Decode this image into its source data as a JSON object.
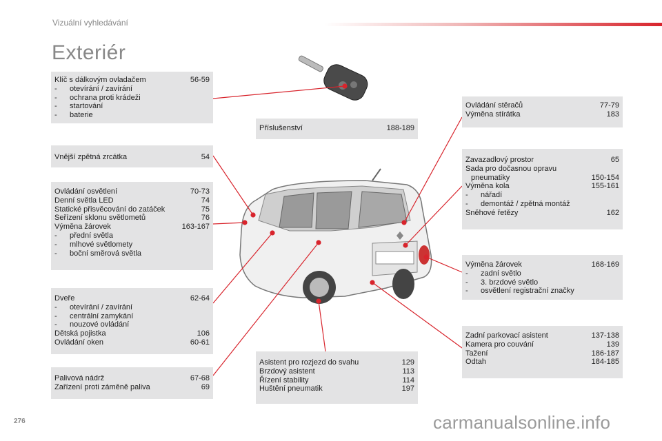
{
  "header": {
    "section": "Vizuální vyhledávání",
    "title": "Exteriér",
    "page_number": "276"
  },
  "watermark": "carmanualsonline.info",
  "accent_color": "#d8242c",
  "boxes": [
    {
      "rows": [
        {
          "t": "Klíč s dálkovým ovladačem",
          "p": "56-59"
        },
        {
          "sub": "otevírání / zavírání"
        },
        {
          "sub": "ochrana proti krádeži"
        },
        {
          "sub": "startování"
        },
        {
          "sub": "baterie"
        }
      ]
    },
    {
      "rows": [
        {
          "t": "Vnější zpětná zrcátka",
          "p": "54"
        }
      ]
    },
    {
      "rows": [
        {
          "t": "Ovládání osvětlení",
          "p": "70-73"
        },
        {
          "t": "Denní světla LED",
          "p": "74"
        },
        {
          "t": "Statické přisvěcování do zatáček",
          "p": "75"
        },
        {
          "t": "Seřízení sklonu světlometů",
          "p": "76"
        },
        {
          "t": "Výměna žárovek",
          "p": "163-167"
        },
        {
          "sub": "přední světla"
        },
        {
          "sub": "mlhové světlomety"
        },
        {
          "sub": "boční směrová světla"
        }
      ]
    },
    {
      "rows": [
        {
          "t": "Dveře",
          "p": "62-64"
        },
        {
          "sub": "otevírání / zavírání"
        },
        {
          "sub": "centrální zamykání"
        },
        {
          "sub": "nouzové ovládání"
        },
        {
          "t": "Dětská pojistka",
          "p": "106"
        },
        {
          "t": "Ovládání oken",
          "p": "60-61"
        }
      ]
    },
    {
      "rows": [
        {
          "t": "Palivová nádrž",
          "p": "67-68"
        },
        {
          "t": "Zařízení proti záměně paliva",
          "p": "69"
        }
      ]
    },
    {
      "rows": [
        {
          "t": "Příslušenství",
          "p": "188-189"
        }
      ]
    },
    {
      "rows": [
        {
          "t": "Ovládání stěračů",
          "p": "77-79"
        },
        {
          "t": "Výměna stírátka",
          "p": "183"
        }
      ]
    },
    {
      "rows": [
        {
          "t": "Zavazadlový prostor",
          "p": "65"
        },
        {
          "t": "Sada pro dočasnou opravu",
          "p": ""
        },
        {
          "t": "pneumatiky",
          "p": "150-154",
          "cont": true
        },
        {
          "t": "Výměna kola",
          "p": "155-161"
        },
        {
          "sub": "nářadí"
        },
        {
          "sub": "demontáž / zpětná montáž"
        },
        {
          "t": "Sněhové řetězy",
          "p": "162"
        }
      ]
    },
    {
      "rows": [
        {
          "t": "Výměna žárovek",
          "p": "168-169"
        },
        {
          "sub": "zadní světlo"
        },
        {
          "sub": "3. brzdové světlo"
        },
        {
          "sub": "osvětlení registrační značky"
        }
      ]
    },
    {
      "rows": [
        {
          "t": "Zadní parkovací asistent",
          "p": "137-138"
        },
        {
          "t": "Kamera pro couvání",
          "p": "139"
        },
        {
          "t": "Tažení",
          "p": "186-187"
        },
        {
          "t": "Odtah",
          "p": "184-185"
        }
      ]
    },
    {
      "rows": [
        {
          "t": "Asistent pro rozjezd do svahu",
          "p": "129"
        },
        {
          "t": "Brzdový asistent",
          "p": "113"
        },
        {
          "t": "Řízení stability",
          "p": "114"
        },
        {
          "t": "Huštění pneumatik",
          "p": "197"
        }
      ]
    }
  ]
}
